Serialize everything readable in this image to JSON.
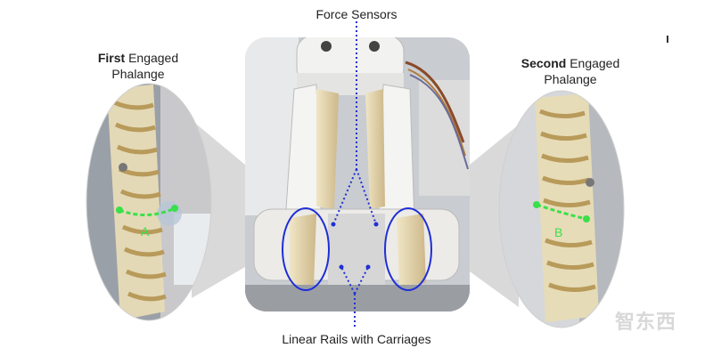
{
  "labels": {
    "top": "Force Sensors",
    "bottom": "Linear Rails with Carriages",
    "first_bold": "First",
    "first_rest": " Engaged",
    "first_line2": "Phalange",
    "second_bold": "Second",
    "second_rest": " Engaged",
    "second_line2": "Phalange",
    "marker_a": "A",
    "marker_b": "B"
  },
  "watermark": "智东西",
  "colors": {
    "annotation": "#1f2fd6",
    "path": "#39e04a",
    "frame": "#e6d9b8"
  }
}
